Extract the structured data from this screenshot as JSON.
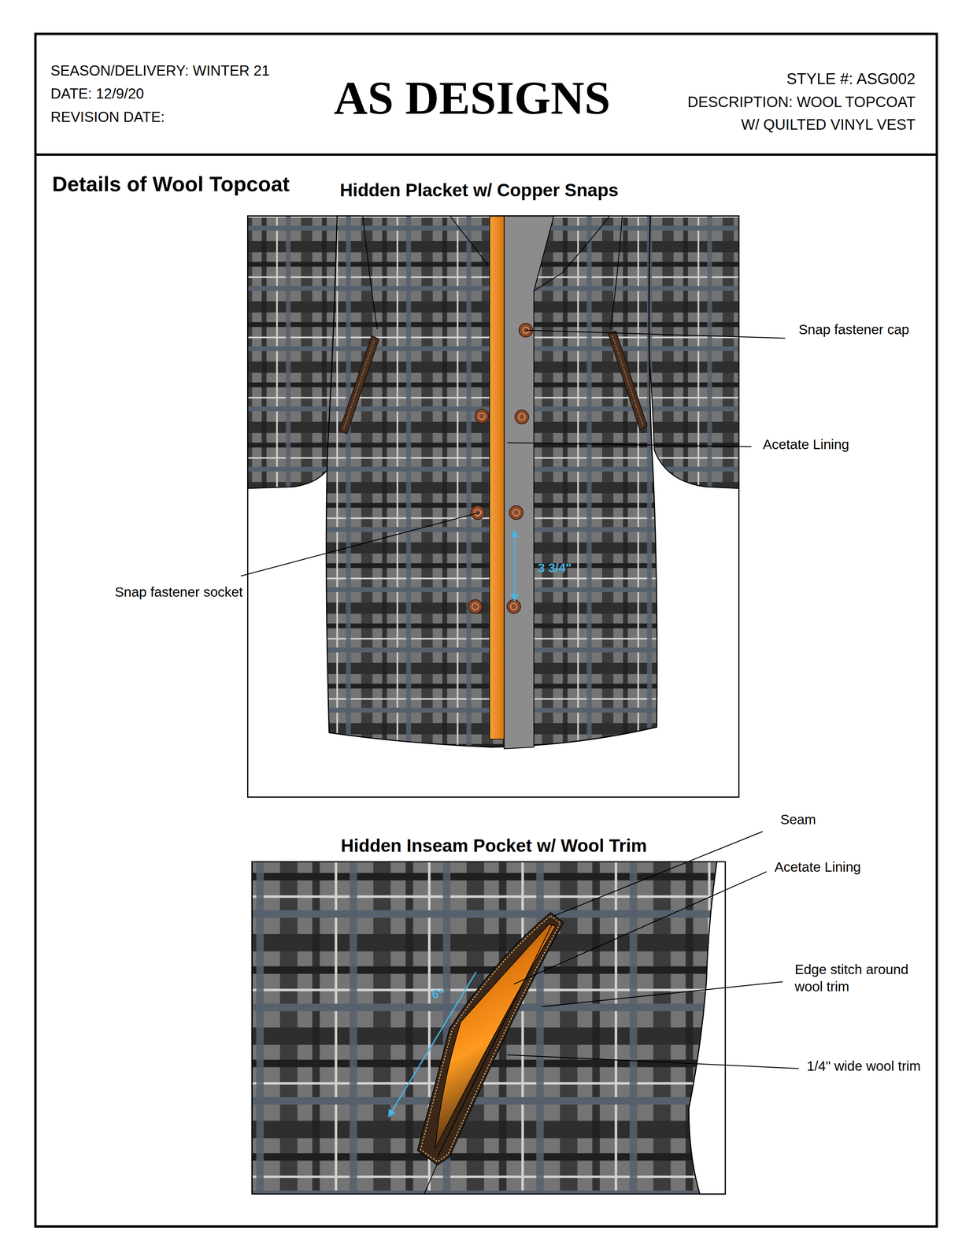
{
  "diagram": {
    "title": "AS DESIGNS",
    "nodes": [
      {
        "text": [
          "SEASON/DELIVERY: WINTER 21",
          "DATE: 12/9/20",
          "REVISION DATE:",
          "STYLE #: ASG002",
          "DESCRIPTION: WOOL TOPCOAT W/ QUILTED VINYL VEST"
        ]
      },
      {
        "text": [
          "Details of Wool Topcoat"
        ]
      },
      {
        "text": [
          "Hidden Placket w/ Copper Snaps"
        ],
        "in": 1
      },
      {
        "text": [
          "Hidden Inseam Pocket w/ Wool Trim"
        ],
        "in": 1
      }
    ],
    "labels": [
      "Snap fastener cap",
      "Acetate Lining",
      "Snap fastener socket",
      "3 3/4\"",
      "Seam",
      "Acetate Lining",
      "Edge stitch around wool trim",
      "1/4\" wide wool trim",
      "6\""
    ]
  }
}
